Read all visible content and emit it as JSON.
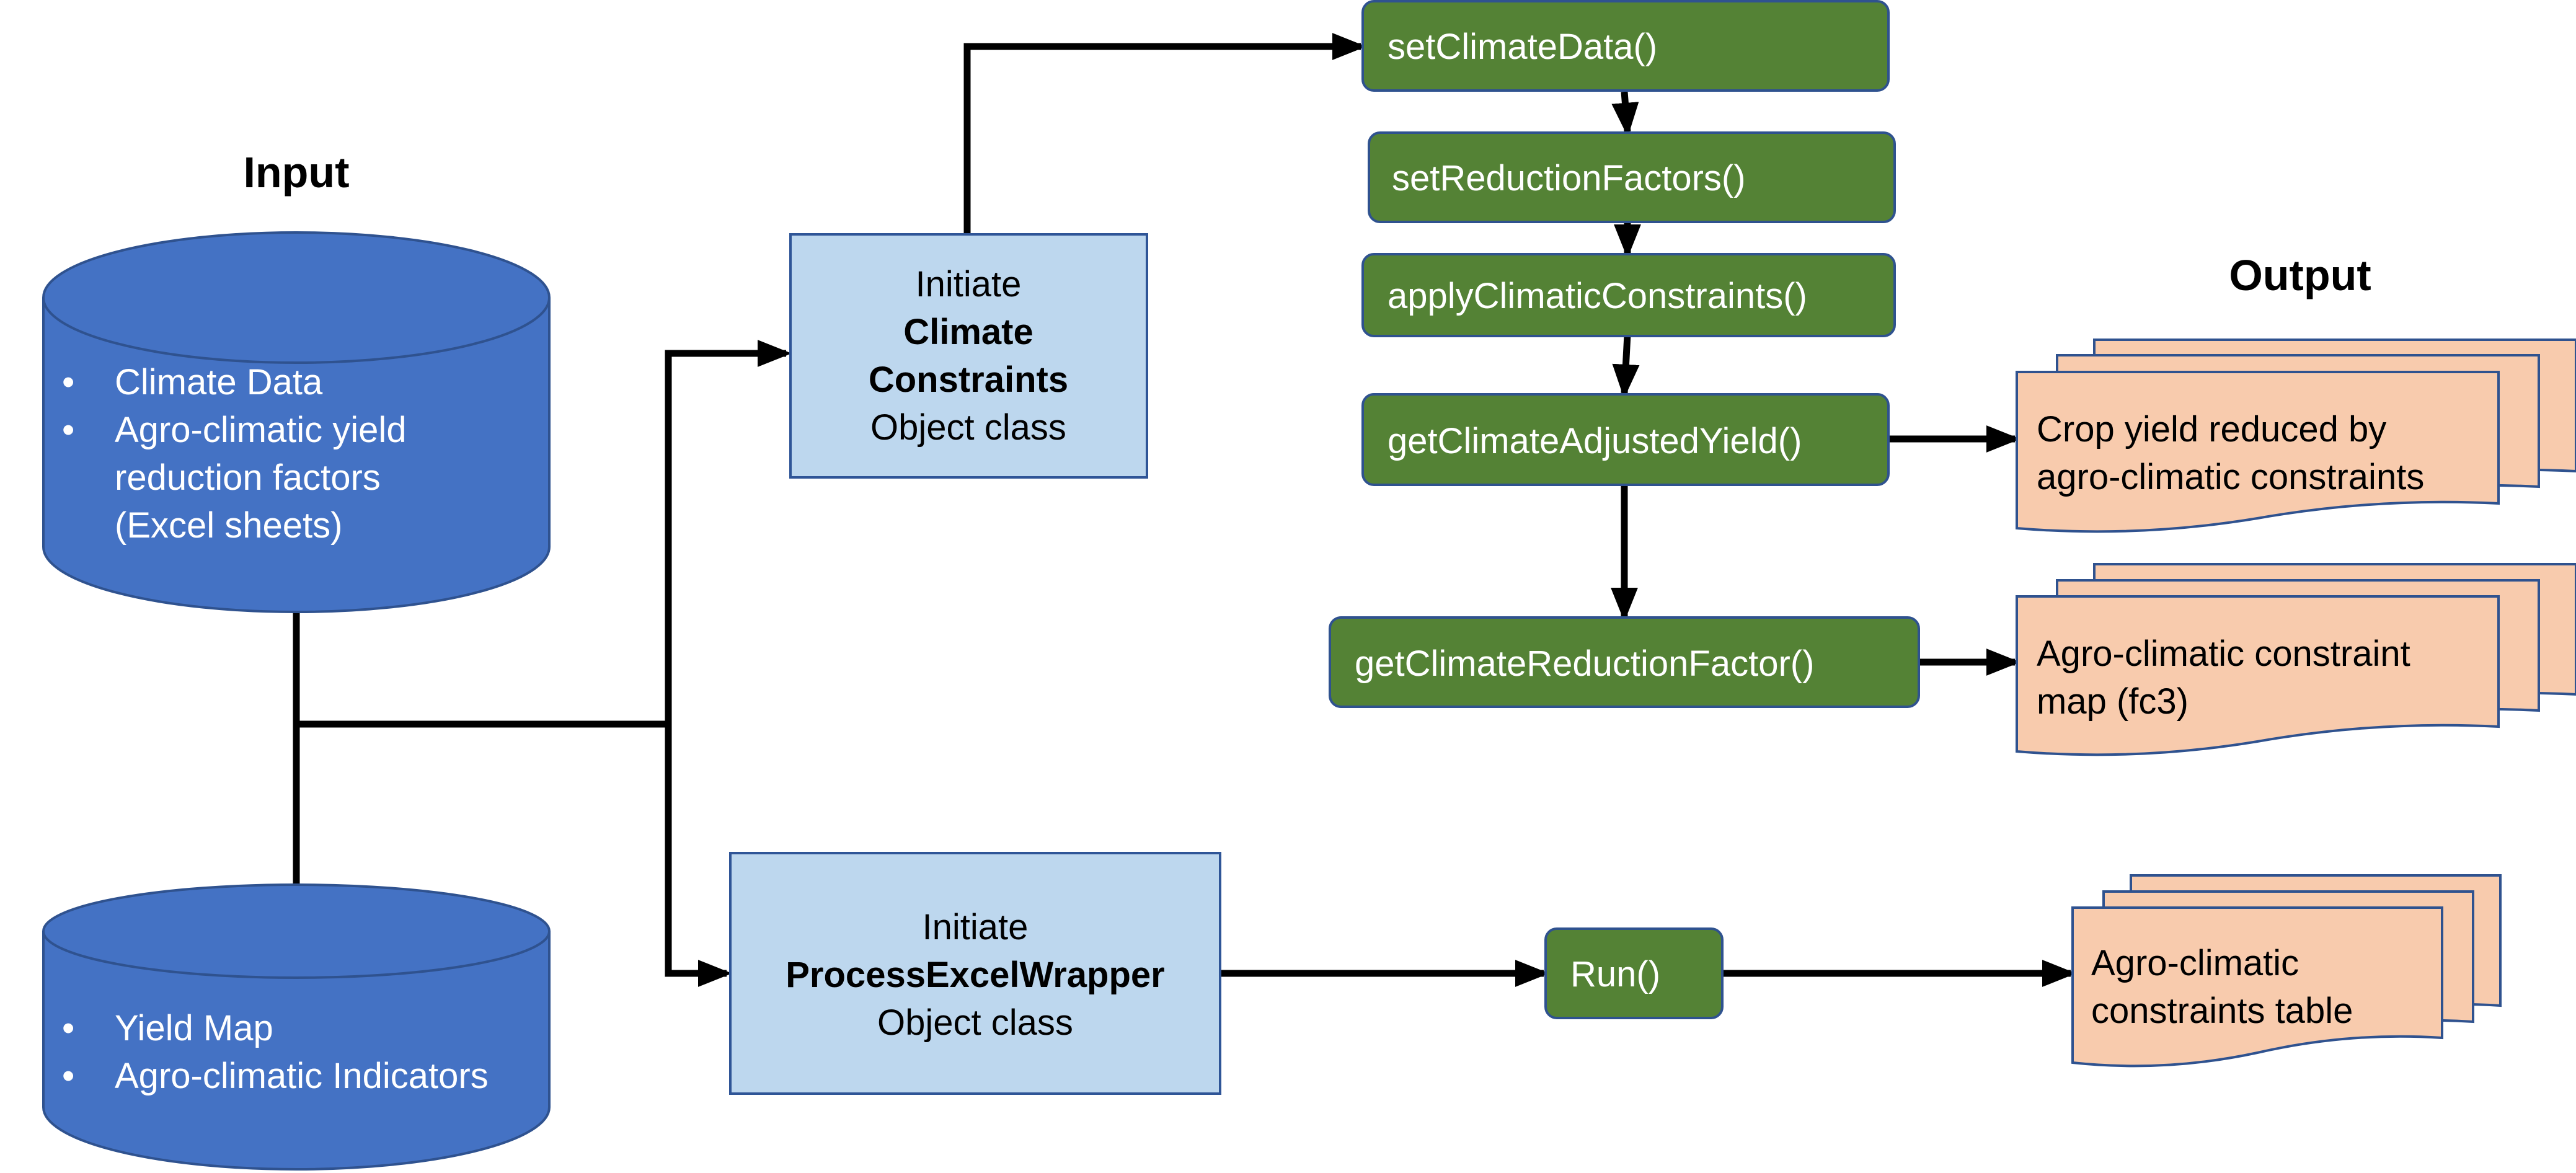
{
  "headers": {
    "input": "Input",
    "output": "Output"
  },
  "databases": {
    "climate": {
      "bullet": "•",
      "lines": [
        "Climate Data",
        "Agro-climatic yield",
        "reduction factors",
        "(Excel sheets)"
      ]
    },
    "yield": {
      "bullet": "•",
      "lines": [
        "Yield Map",
        "Agro-climatic Indicators"
      ]
    }
  },
  "classes": {
    "climate_constraints": {
      "line1": "Initiate",
      "line2": "Climate",
      "line3": "Constraints",
      "line4": "Object class"
    },
    "process_excel": {
      "line1": "Initiate",
      "line2": "ProcessExcelWrapper",
      "line3": "Object class"
    }
  },
  "methods": {
    "set_climate_data": "setClimateData()",
    "set_reduction_factors": "setReductionFactors()",
    "apply_climatic_constraints": "applyClimaticConstraints()",
    "get_climate_adjusted_yield": "getClimateAdjustedYield()",
    "get_climate_reduction_factor": "getClimateReductionFactor()",
    "run": "Run()"
  },
  "outputs": {
    "crop_yield": [
      "Crop yield reduced by",
      "agro-climatic constraints"
    ],
    "constraint_map": [
      "Agro-climatic constraint",
      "map (fc3)"
    ],
    "constraints_table": [
      "Agro-climatic",
      "constraints table"
    ]
  },
  "colors": {
    "database_fill": "#4472C4",
    "database_stroke": "#2F528F",
    "class_fill": "#BDD7EE",
    "class_stroke": "#2F5597",
    "method_fill": "#548235",
    "method_stroke": "#2F528F",
    "output_fill": "#F8CBAD",
    "output_stroke": "#2F528F"
  }
}
